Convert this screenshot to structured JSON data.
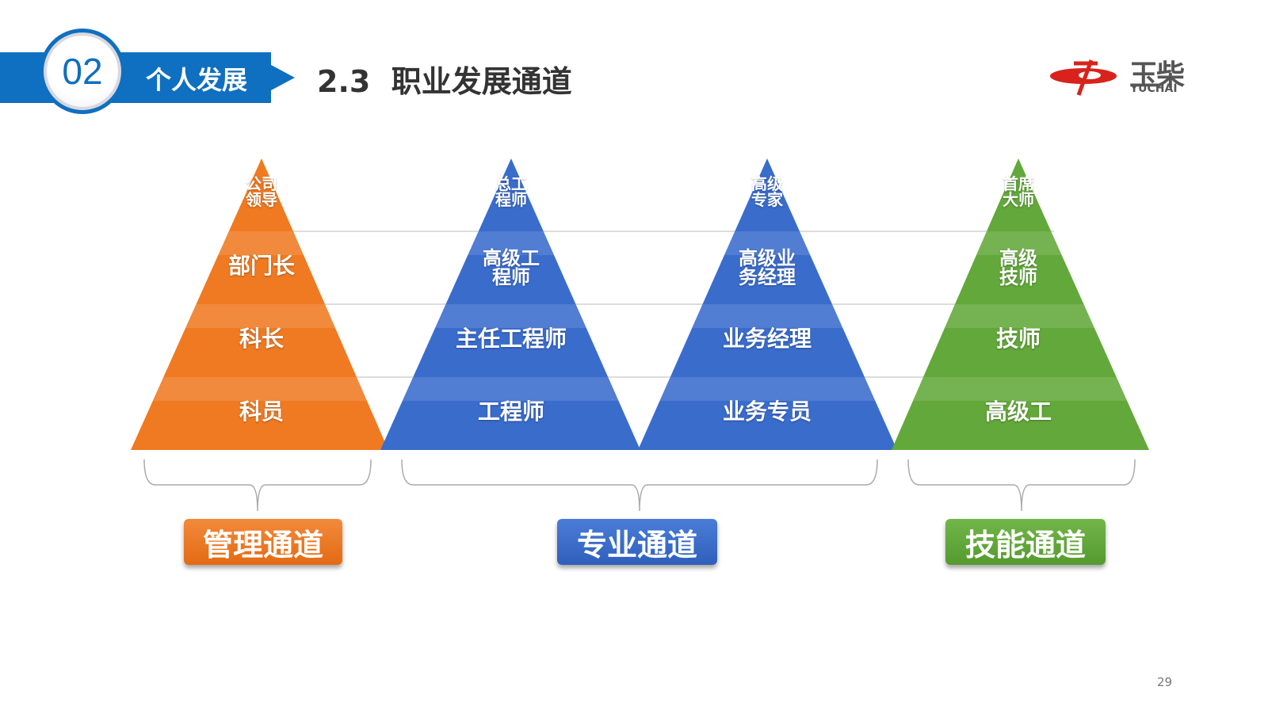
{
  "header": {
    "section_number": "02",
    "section_label": "个人发展",
    "title": "2.3  职业发展通道"
  },
  "logo": {
    "cn": "玉柴",
    "en": "YUCHAI"
  },
  "pyramids": [
    {
      "color": "#ef7a22",
      "levels": [
        "公司领导",
        "部门长",
        "科长",
        "科员"
      ]
    },
    {
      "color": "#3a6ccc",
      "levels": [
        "总工程师",
        "高级工程师",
        "主任工程师",
        "工程师"
      ]
    },
    {
      "color": "#3a6ccc",
      "levels": [
        "高级专家",
        "高级业务经理",
        "业务经理",
        "业务专员"
      ]
    },
    {
      "color": "#62a83a",
      "levels": [
        "首席大师",
        "高级技师",
        "技师",
        "高级工"
      ]
    }
  ],
  "channels": [
    {
      "label": "管理通道",
      "color": "#ee7a22"
    },
    {
      "label": "专业通道",
      "color": "#3a6ccc"
    },
    {
      "label": "技能通道",
      "color": "#62a83a"
    }
  ],
  "page_number": "29"
}
